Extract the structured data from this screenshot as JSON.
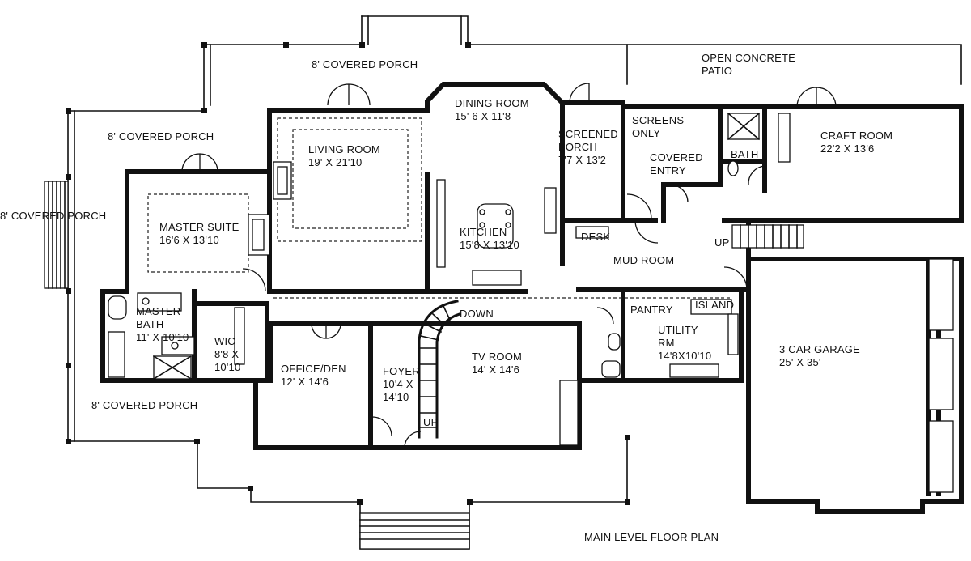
{
  "title": "MAIN LEVEL FLOOR PLAN",
  "rooms": {
    "porch_top": {
      "name": "8' COVERED PORCH"
    },
    "porch_upper_left": {
      "name": "8' COVERED PORCH"
    },
    "porch_left": {
      "name": "8' COVERED PORCH"
    },
    "porch_bottom": {
      "name": "8' COVERED PORCH"
    },
    "patio": {
      "line1": "OPEN CONCRETE",
      "line2": "PATIO"
    },
    "dining": {
      "name": "DINING ROOM",
      "dims": "15' 6 X 11'8"
    },
    "living": {
      "name": "LIVING ROOM",
      "dims": "19' X 21'10"
    },
    "master_suite": {
      "name": "MASTER SUITE",
      "dims": "16'6 X 13'10"
    },
    "kitchen": {
      "name": "KITCHEN",
      "dims": "15'8 X 13'10"
    },
    "screened_porch": {
      "line1": "SCREENED",
      "line2": "PORCH",
      "dims": "7'7 X 13'2"
    },
    "screens": {
      "line1": "SCREENS",
      "line2": "ONLY"
    },
    "covered_entry": {
      "line1": "COVERED",
      "line2": "ENTRY"
    },
    "bath": {
      "name": "BATH"
    },
    "craft": {
      "name": "CRAFT ROOM",
      "dims": "22'2 X 13'6"
    },
    "desk": {
      "name": "DESK"
    },
    "mud": {
      "name": "MUD ROOM"
    },
    "up_mud": {
      "name": "UP"
    },
    "master_bath": {
      "line1": "MASTER",
      "line2": "BATH",
      "dims": "11' X 10'10"
    },
    "wic": {
      "name": "WIC",
      "dims1": "8'8 X",
      "dims2": "10'10"
    },
    "office": {
      "name": "OFFICE/DEN",
      "dims": "12' X 14'6"
    },
    "foyer": {
      "name": "FOYER",
      "dims1": "10'4 X",
      "dims2": "14'10"
    },
    "down": {
      "name": "DOWN"
    },
    "up_foyer": {
      "name": "UP"
    },
    "tv": {
      "name": "TV ROOM",
      "dims": "14' X 14'6"
    },
    "pantry": {
      "name": "PANTRY"
    },
    "island": {
      "name": "ISLAND"
    },
    "utility": {
      "line1": "UTILITY",
      "line2": "RM",
      "dims": "14'8X10'10"
    },
    "garage": {
      "name": "3 CAR GARAGE",
      "dims": "25' X 35'"
    }
  }
}
